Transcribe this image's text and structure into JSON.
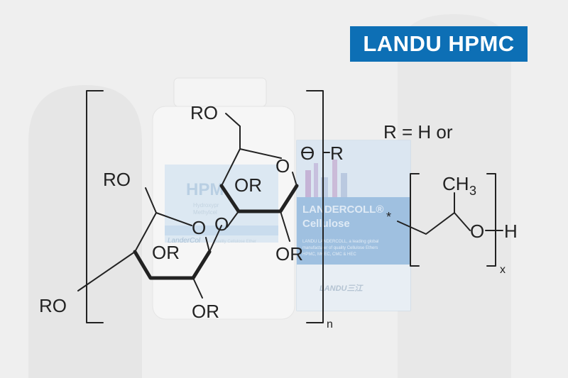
{
  "badge": {
    "label": "LANDU HPMC"
  },
  "background": {
    "jar_label_title": "HPM",
    "jar_label_line1": "Hydroxypr",
    "jar_label_line2": "Methylcel",
    "jar_label_brand": "LanderCol",
    "jar_label_tagline": "Quality Cellulose Ether",
    "box_title_1": "LANDERCOLL®",
    "box_title_2": "Cellulose",
    "box_desc_1": "LANDU LANDERCOLL, a leading global",
    "box_desc_2": "manufacturer of quality Cellulose Ethers",
    "box_desc_3": "HPMC, MHEC, CMC & HEC",
    "box_brand": "LANDU三江"
  },
  "structure": {
    "ro_top": "RO",
    "o_r_top": "O",
    "r_top": "R",
    "ring_o_right": "O",
    "or_right_ring_mid": "OR",
    "or_right_ring_bottom": "OR",
    "ro_left": "RO",
    "glycosidic_o": "O",
    "ring_o_left": "O",
    "or_left_ring_mid": "OR",
    "or_left_ring_bottom": "OR",
    "ro_bottom": "RO",
    "subscript_n": "n",
    "r_definition": "R = H or",
    "ch3": "CH",
    "ch3_sub": "3",
    "chain_o": "O",
    "chain_h": "H",
    "subscript_x": "x",
    "attachment_star": "*"
  },
  "colors": {
    "badge_bg": "#0d6fb5",
    "badge_text": "#ffffff",
    "structure_ink": "#222222",
    "background": "#eeeeee"
  }
}
